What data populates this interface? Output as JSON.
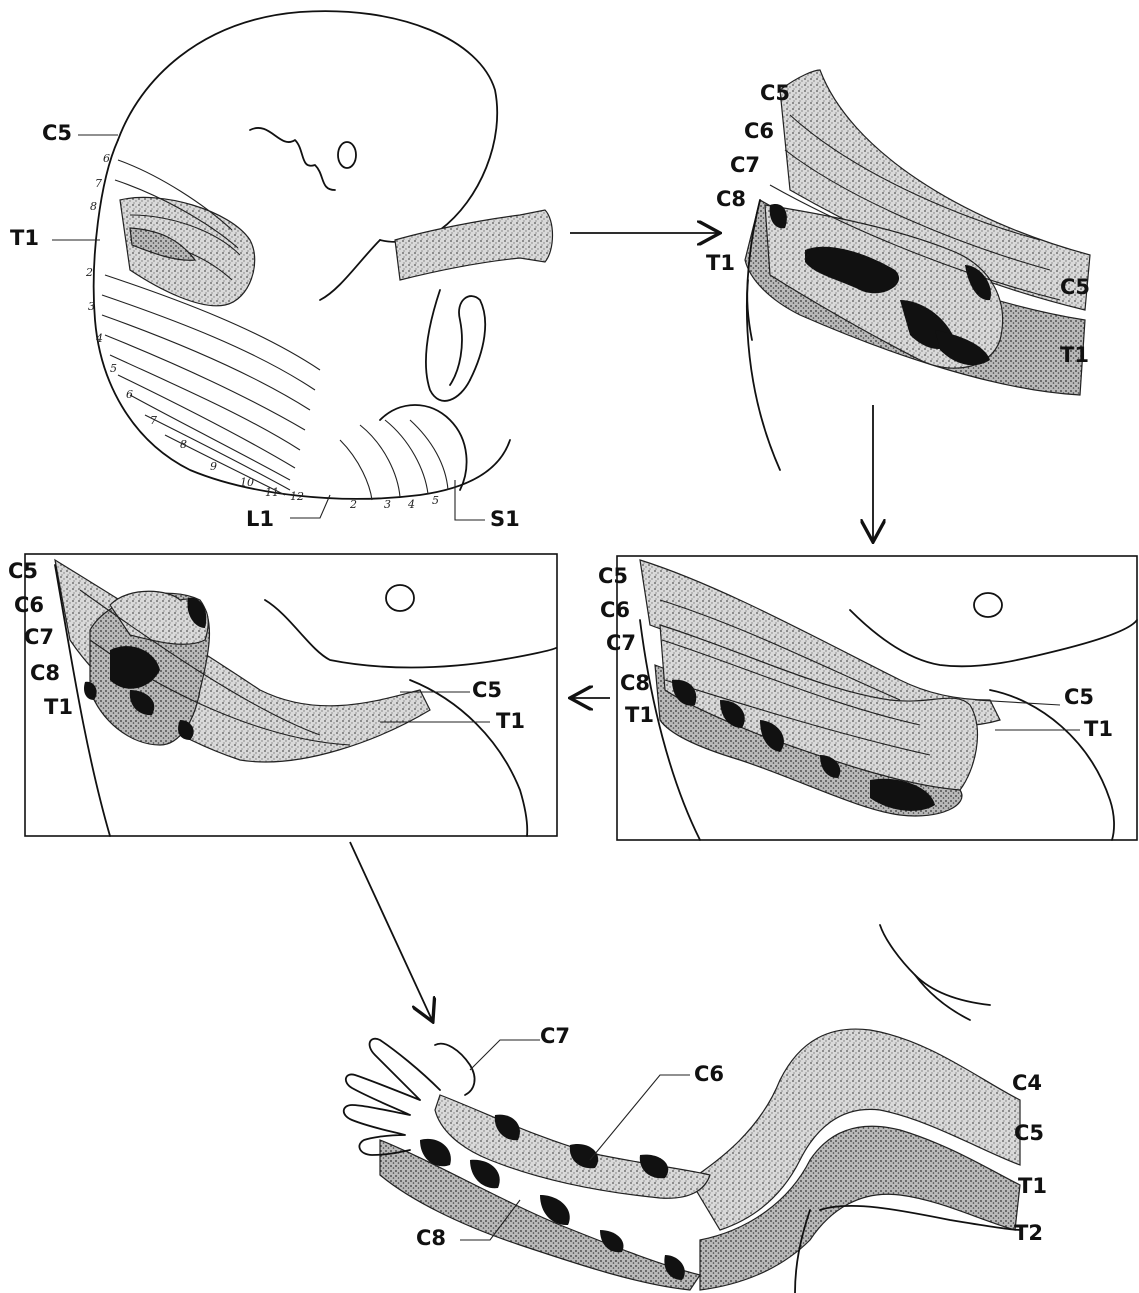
{
  "panel1": {
    "labels": {
      "c5": "C5",
      "t1": "T1",
      "l1": "L1",
      "s1": "S1"
    },
    "segment_numbers": {
      "cervical": [
        "6",
        "7",
        "8"
      ],
      "thoracic": [
        "2",
        "3",
        "4",
        "5",
        "6",
        "7",
        "8",
        "9",
        "10",
        "11",
        "12"
      ],
      "sacral_lumbar": [
        "2",
        "3",
        "4",
        "5"
      ]
    }
  },
  "panel2": {
    "labels": {
      "c5": "C5",
      "c6": "C6",
      "c7": "C7",
      "c8": "C8",
      "t1": "T1",
      "c5_right": "C5",
      "t1_right": "T1"
    }
  },
  "panel3": {
    "labels": {
      "c5": "C5",
      "c6": "C6",
      "c7": "C7",
      "c8": "C8",
      "t1": "T1",
      "c5_right": "C5",
      "t1_right": "T1"
    }
  },
  "panel4": {
    "labels": {
      "c5": "C5",
      "c6": "C6",
      "c7": "C7",
      "c8": "C8",
      "t1": "T1",
      "c5_right": "C5",
      "t1_right": "T1"
    }
  },
  "panel5": {
    "labels": {
      "c7": "C7",
      "c6": "C6",
      "c8": "C8",
      "c4": "C4",
      "c5": "C5",
      "t1": "T1",
      "t2": "T2"
    }
  }
}
